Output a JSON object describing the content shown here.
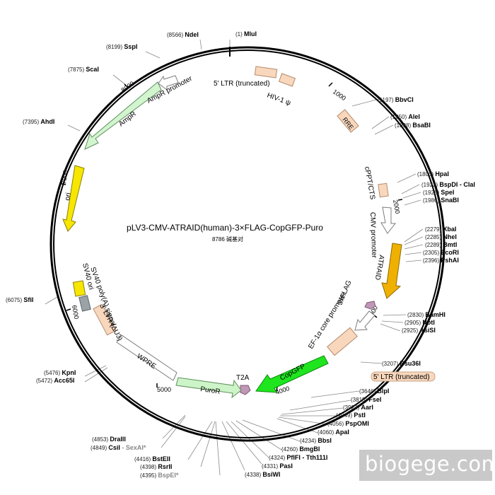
{
  "plasmid": {
    "name": "pLV3-CMV-ATRAID(human)-3×FLAG-CopGFP-Puro",
    "size_label": "8786 碱基对"
  },
  "ticks": [
    {
      "label": "1000"
    },
    {
      "label": "2000"
    },
    {
      "label": "3000"
    },
    {
      "label": "4000"
    },
    {
      "label": "5000"
    },
    {
      "label": "6000"
    },
    {
      "label": "7000"
    },
    {
      "label": "8000"
    }
  ],
  "sites": [
    {
      "name": "MluI",
      "pos": "(1)"
    },
    {
      "name": "NdeI",
      "pos": "(8566)"
    },
    {
      "name": "SspI",
      "pos": "(8199)"
    },
    {
      "name": "ScaI",
      "pos": "(7875)"
    },
    {
      "name": "AhdI",
      "pos": "(7395)"
    },
    {
      "name": "SfiI",
      "pos": "(6075)"
    },
    {
      "name": "KpnI",
      "pos": "(5476)"
    },
    {
      "name": "Acc65I",
      "pos": "(5472)"
    },
    {
      "name": "DraIII",
      "pos": "(4853)"
    },
    {
      "name": "CsiI",
      "pos": "(4849)",
      "extra": " - SexAI*"
    },
    {
      "name": "BstEII",
      "pos": "(4416)"
    },
    {
      "name": "RsrII",
      "pos": "(4398)"
    },
    {
      "name": "BspEI*",
      "pos": "(4395)"
    },
    {
      "name": "BsiWI",
      "pos": "(4338)"
    },
    {
      "name": "PasI",
      "pos": "(4331)"
    },
    {
      "name": "PflFI - Tth111I",
      "pos": "(4324)"
    },
    {
      "name": "BmgBI",
      "pos": "(4260)"
    },
    {
      "name": "BbsI",
      "pos": "(4234)"
    },
    {
      "name": "ApaI",
      "pos": "(4060)"
    },
    {
      "name": "PspOMI",
      "pos": "(4056)"
    },
    {
      "name": "PstI",
      "pos": "(4049)"
    },
    {
      "name": "AarI",
      "pos": "(3923)"
    },
    {
      "name": "FseI",
      "pos": "(3815)"
    },
    {
      "name": "BlpI",
      "pos": "(3646)"
    },
    {
      "name": "Bsu36I",
      "pos": "(3207)"
    },
    {
      "name": "AsiSI",
      "pos": "(2925)"
    },
    {
      "name": "NotI",
      "pos": "(2905)"
    },
    {
      "name": "BamHI",
      "pos": "(2830)"
    },
    {
      "name": "PshAI",
      "pos": "(2396)"
    },
    {
      "name": "EcoRI",
      "pos": "(2305)"
    },
    {
      "name": "BmtI",
      "pos": "(2289)"
    },
    {
      "name": "NheI",
      "pos": "(2285)"
    },
    {
      "name": "XbaI",
      "pos": "(2279)"
    },
    {
      "name": "SnaBI",
      "pos": "(1986)"
    },
    {
      "name": "SpeI",
      "pos": "(1928)"
    },
    {
      "name": "BspDI - ClaI",
      "pos": "(1923)"
    },
    {
      "name": "HpaI",
      "pos": "(1800)"
    },
    {
      "name": "BsaBI",
      "pos": "(1398)"
    },
    {
      "name": "AleI",
      "pos": "(1350)"
    },
    {
      "name": "BbvCI",
      "pos": "(1197)"
    }
  ],
  "features": [
    {
      "label": "5' LTR (truncated)"
    },
    {
      "label": "HIV-1 ψ"
    },
    {
      "label": "RRE"
    },
    {
      "label": "cPPT/CTS"
    },
    {
      "label": "CMV promoter"
    },
    {
      "label": "ATRAID"
    },
    {
      "label": "3xFLAG"
    },
    {
      "label": "EF-1α core promoter"
    },
    {
      "label": "5' LTR (truncated)"
    },
    {
      "label": "CopGFP"
    },
    {
      "label": "T2A"
    },
    {
      "label": "PuroR"
    },
    {
      "label": "WPRE"
    },
    {
      "label": "3' LTR (ΔU3)"
    },
    {
      "label": "SV40 poly(A) signal"
    },
    {
      "label": "SV40 ori"
    },
    {
      "label": "ori"
    },
    {
      "label": "AmpR"
    },
    {
      "label": "AmpR promoter"
    }
  ],
  "colors": {
    "ltr": "#f8d7bd",
    "ori": "#f7e600",
    "gfp": "#1ee51e",
    "atraid": "#f0b000",
    "ampr": "#d2f5d0",
    "puror": "#cdf4c8",
    "t2a": "#c097b6",
    "sv40ori": "#9aa3a8"
  },
  "watermark": "biogege.com"
}
